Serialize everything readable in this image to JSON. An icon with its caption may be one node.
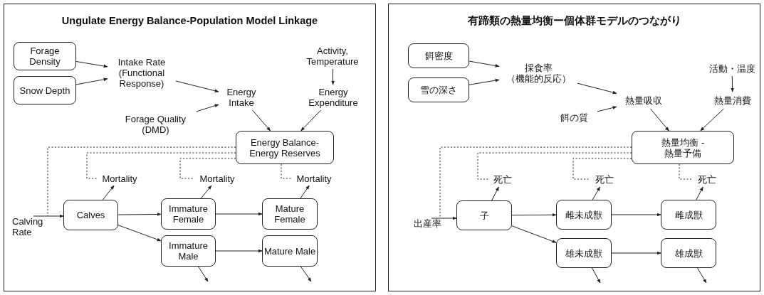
{
  "diagram": {
    "nodes": [
      {
        "text": [
          "Ungulate Energy Balance-Population Model Linkage"
        ]
      },
      {
        "text": [
          "Forage Density"
        ],
        "in": 0
      },
      {
        "text": [
          "Snow Depth"
        ],
        "in": 0
      },
      {
        "text": [
          "Intake Rate (Functional Response)"
        ],
        "in": 0
      },
      {
        "text": [
          "Energy Intake"
        ],
        "in": 0
      },
      {
        "text": [
          "Forage Quality (DMD)"
        ],
        "in": 0
      },
      {
        "text": [
          "Activity, Temperature"
        ],
        "in": 0
      },
      {
        "text": [
          "Energy Expenditure"
        ],
        "in": 0
      },
      {
        "text": [
          "Energy Balance- Energy Reserves"
        ],
        "in": 0
      },
      {
        "text": [
          "Mortality"
        ],
        "in": 0
      },
      {
        "text": [
          "Mortality"
        ],
        "in": 0
      },
      {
        "text": [
          "Mortality"
        ],
        "in": 0
      },
      {
        "text": [
          "Calving Rate"
        ],
        "in": 0
      },
      {
        "text": [
          "Calves"
        ],
        "in": 0
      },
      {
        "text": [
          "Immature Female"
        ],
        "in": 0
      },
      {
        "text": [
          "Mature Female"
        ],
        "in": 0
      },
      {
        "text": [
          "Immature Male"
        ],
        "in": 0
      },
      {
        "text": [
          "Mature Male"
        ],
        "in": 0
      },
      {
        "text": [
          "有蹄類の熱量均衡ー個体群モデルのつながり"
        ]
      },
      {
        "text": [
          "餌密度"
        ],
        "in": 18
      },
      {
        "text": [
          "雪の深さ"
        ],
        "in": 18
      },
      {
        "text": [
          "採食率（機能的反応）"
        ],
        "in": 18
      },
      {
        "text": [
          "熱量吸収"
        ],
        "in": 18
      },
      {
        "text": [
          "餌の質"
        ],
        "in": 18
      },
      {
        "text": [
          "活動・温度"
        ],
        "in": 18
      },
      {
        "text": [
          "熱量消費"
        ],
        "in": 18
      },
      {
        "text": [
          "熱量均衡 -熱量予備"
        ],
        "in": 18
      },
      {
        "text": [
          "死亡"
        ],
        "in": 18
      },
      {
        "text": [
          "死亡"
        ],
        "in": 18
      },
      {
        "text": [
          "死亡"
        ],
        "in": 18
      },
      {
        "text": [
          "出産率"
        ],
        "in": 18
      },
      {
        "text": [
          "子"
        ],
        "in": 18
      },
      {
        "text": [
          "雌未成獣"
        ],
        "in": 18
      },
      {
        "text": [
          "雌成獣"
        ],
        "in": 18
      },
      {
        "text": [
          "雄未成獣"
        ],
        "in": 18
      },
      {
        "text": [
          "雄成獣"
        ],
        "in": 18
      }
    ],
    "edges": [
      {
        "from": 1,
        "to": 3,
        "arrow": "to"
      },
      {
        "from": 2,
        "to": 3,
        "arrow": "to"
      },
      {
        "from": 3,
        "to": 4,
        "arrow": "to"
      },
      {
        "from": 5,
        "to": 4,
        "arrow": "to"
      },
      {
        "from": 6,
        "to": 7,
        "arrow": "to"
      },
      {
        "from": 4,
        "to": 8,
        "arrow": "to"
      },
      {
        "from": 7,
        "to": 8,
        "arrow": "to"
      },
      {
        "from": 12,
        "to": 13,
        "arrow": "to"
      },
      {
        "from": 13,
        "to": 9,
        "arrow": "to"
      },
      {
        "from": 13,
        "to": 14,
        "arrow": "to"
      },
      {
        "from": 13,
        "to": 16,
        "arrow": "to"
      },
      {
        "from": 14,
        "to": 10,
        "arrow": "to"
      },
      {
        "from": 14,
        "to": 15,
        "arrow": "to"
      },
      {
        "from": 15,
        "to": 11,
        "arrow": "to"
      },
      {
        "from": 16,
        "to": 17,
        "arrow": "to"
      },
      {
        "from": 16,
        "to": null,
        "arrow": "to"
      },
      {
        "from": 17,
        "to": null,
        "arrow": "to"
      },
      {
        "from": 8,
        "to": 12,
        "arrow": "none",
        "style": "dashed"
      },
      {
        "from": 8,
        "to": 9,
        "arrow": "none",
        "style": "dashed"
      },
      {
        "from": 8,
        "to": 10,
        "arrow": "none",
        "style": "dashed"
      },
      {
        "from": 8,
        "to": 11,
        "arrow": "none",
        "style": "dashed"
      },
      {
        "from": 19,
        "to": 21,
        "arrow": "to"
      },
      {
        "from": 20,
        "to": 21,
        "arrow": "to"
      },
      {
        "from": 21,
        "to": 22,
        "arrow": "to"
      },
      {
        "from": 23,
        "to": 22,
        "arrow": "to"
      },
      {
        "from": 24,
        "to": 25,
        "arrow": "to"
      },
      {
        "from": 22,
        "to": 26,
        "arrow": "to"
      },
      {
        "from": 25,
        "to": 26,
        "arrow": "to"
      },
      {
        "from": 30,
        "to": 31,
        "arrow": "to"
      },
      {
        "from": 31,
        "to": 27,
        "arrow": "to"
      },
      {
        "from": 31,
        "to": 32,
        "arrow": "to"
      },
      {
        "from": 31,
        "to": 34,
        "arrow": "to"
      },
      {
        "from": 32,
        "to": 28,
        "arrow": "to"
      },
      {
        "from": 32,
        "to": 33,
        "arrow": "to"
      },
      {
        "from": 33,
        "to": 29,
        "arrow": "to"
      },
      {
        "from": 34,
        "to": 35,
        "arrow": "to"
      },
      {
        "from": 34,
        "to": null,
        "arrow": "to"
      },
      {
        "from": 35,
        "to": null,
        "arrow": "to"
      },
      {
        "from": 26,
        "to": 30,
        "arrow": "none",
        "style": "dashed"
      },
      {
        "from": 26,
        "to": 27,
        "arrow": "none",
        "style": "dashed"
      },
      {
        "from": 26,
        "to": 28,
        "arrow": "none",
        "style": "dashed"
      },
      {
        "from": 26,
        "to": 29,
        "arrow": "none",
        "style": "dashed"
      }
    ]
  }
}
